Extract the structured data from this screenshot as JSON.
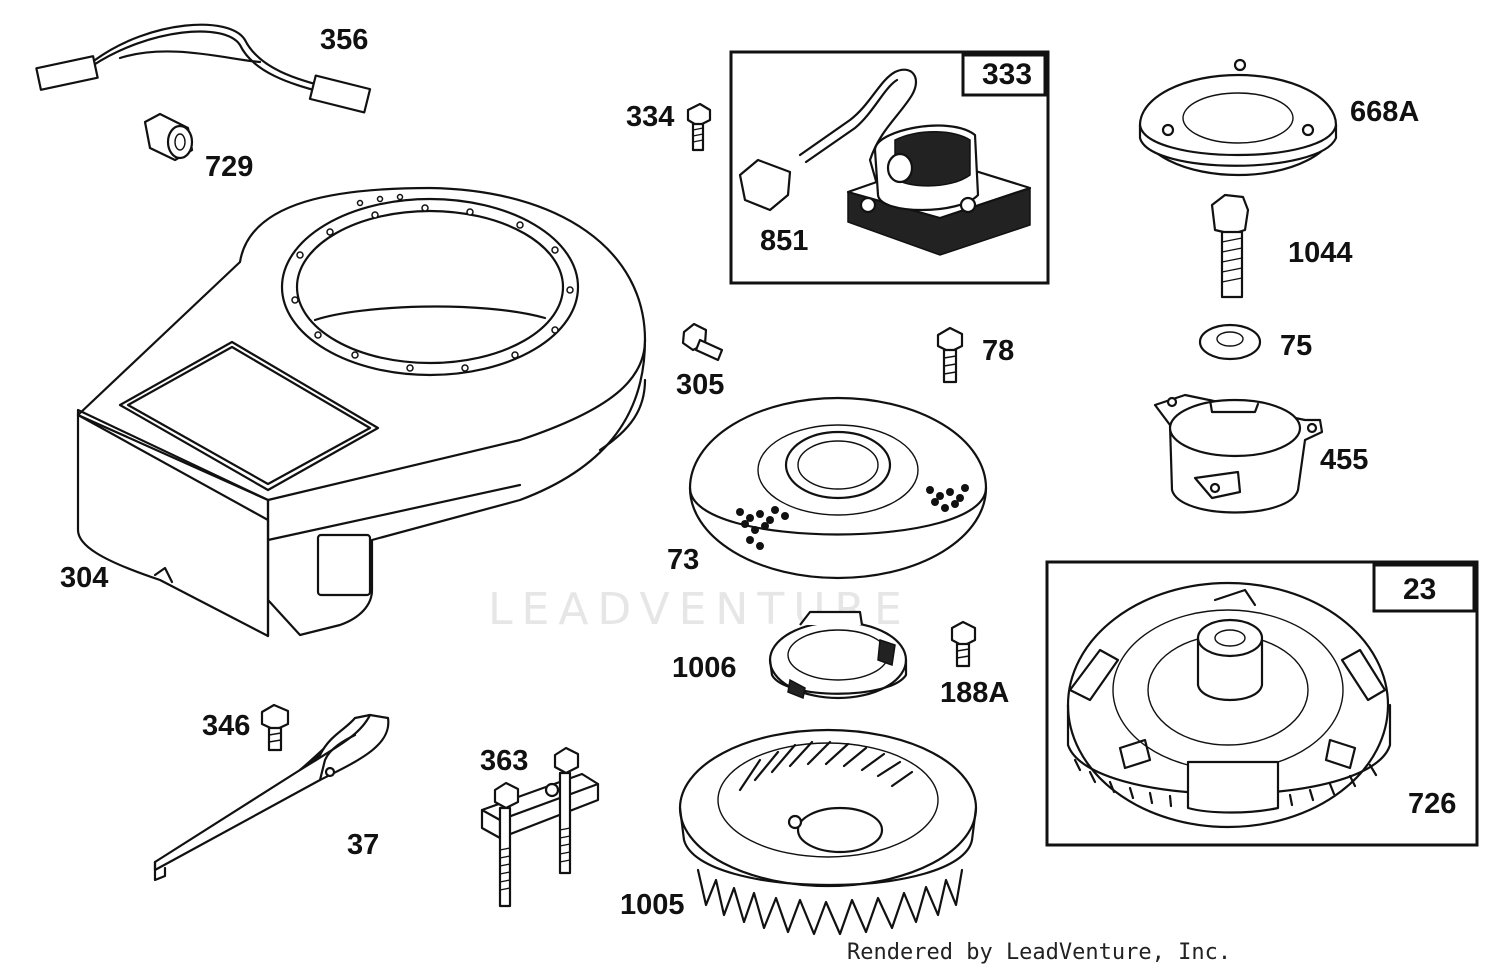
{
  "diagram": {
    "labels": {
      "p356": "356",
      "p729": "729",
      "p304": "304",
      "p334": "334",
      "p333": "333",
      "p851": "851",
      "p668a": "668A",
      "p1044": "1044",
      "p75": "75",
      "p305": "305",
      "p78": "78",
      "p455": "455",
      "p73": "73",
      "p23": "23",
      "p1006": "1006",
      "p188a": "188A",
      "p726": "726",
      "p346": "346",
      "p363": "363",
      "p37": "37",
      "p1005": "1005"
    },
    "watermark": "LEADVENTURE",
    "footer": "Rendered by LeadVenture, Inc."
  }
}
